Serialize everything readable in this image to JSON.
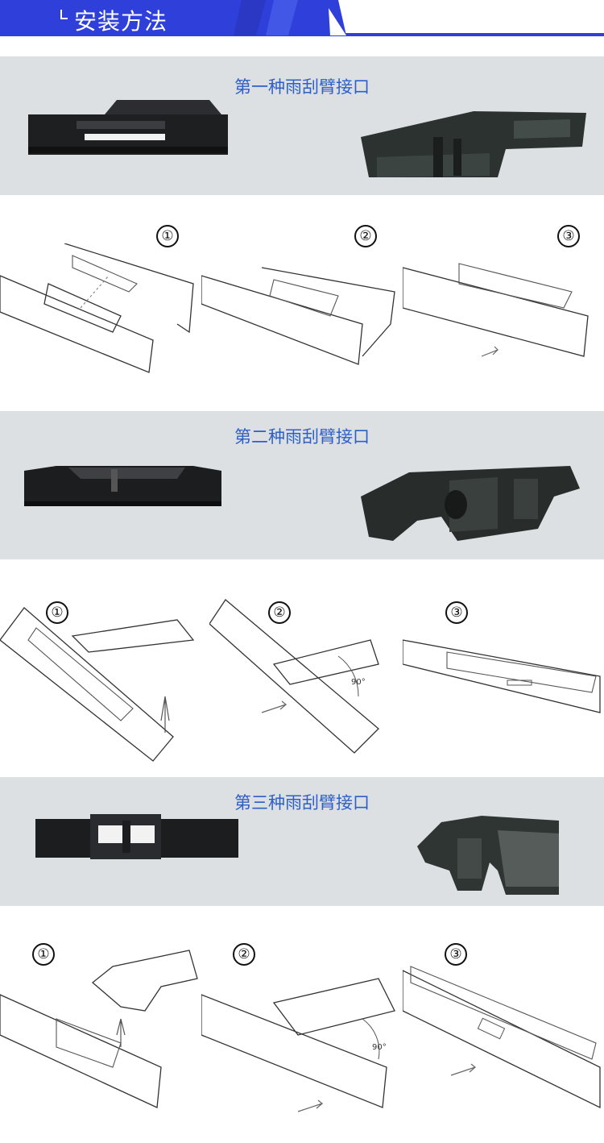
{
  "header": {
    "title": "安装方法"
  },
  "sections": [
    {
      "title": "第一种雨刮臂接口",
      "steps": [
        "①",
        "②",
        "③"
      ]
    },
    {
      "title": "第二种雨刮臂接口",
      "steps": [
        "①",
        "②",
        "③"
      ]
    },
    {
      "title": "第三种雨刮臂接口",
      "steps": [
        "①",
        "②",
        "③"
      ]
    }
  ],
  "annotations": {
    "angle": "90°"
  },
  "colors": {
    "accent": "#2f3fd9",
    "title_blue": "#2e5fc7",
    "panel_grey": "#dde0e3"
  }
}
